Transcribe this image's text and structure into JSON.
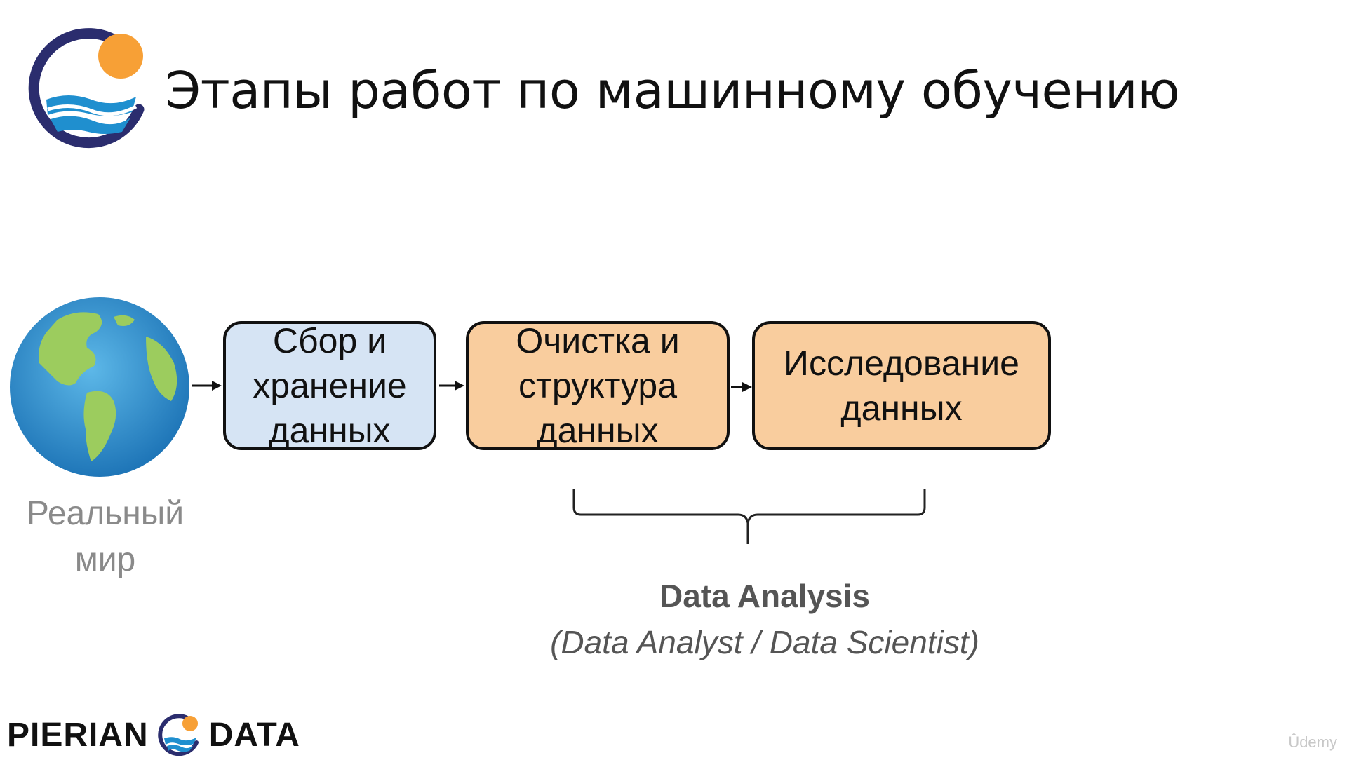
{
  "slide": {
    "title": "Этапы работ по машинному обучению",
    "logo_icon": "pierian-data-logo-icon",
    "real_world_label": [
      "Реальный",
      "мир"
    ],
    "globe_icon": "earth-globe-icon"
  },
  "boxes": [
    {
      "lines": [
        "Сбор и",
        "хранение",
        "данных"
      ],
      "color": "#d6e4f4"
    },
    {
      "lines": [
        "Очистка и",
        "структура",
        "данных"
      ],
      "color": "#f9cd9e"
    },
    {
      "lines": [
        "Исследование",
        "данных"
      ],
      "color": "#f9cd9e"
    }
  ],
  "analysis": {
    "title": "Data Analysis",
    "subtitle": "(Data Analyst / Data Scientist)"
  },
  "branding": {
    "left_text": "PIERIAN",
    "right_text": "DATA",
    "watermark": "Ûdemy"
  },
  "colors": {
    "logo_ring": "#2b2d6e",
    "sun": "#f7a036",
    "water": "#1f8fcf",
    "box_blue": "#d6e4f4",
    "box_orange": "#f9cd9e"
  }
}
